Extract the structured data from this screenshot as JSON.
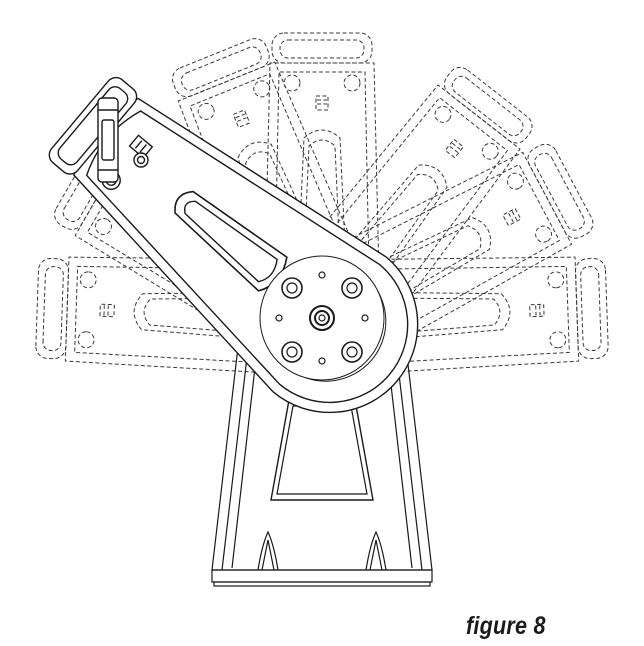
{
  "figure": {
    "caption": "figure 8"
  },
  "colors": {
    "ink": "#1a1a1a",
    "ghost": "#3a3a3a",
    "paper": "#ffffff"
  },
  "ghost_arm_rotations_deg": [
    -90,
    -60,
    -30,
    0,
    30,
    60,
    90
  ],
  "solid_arm_rotation_deg": -50
}
